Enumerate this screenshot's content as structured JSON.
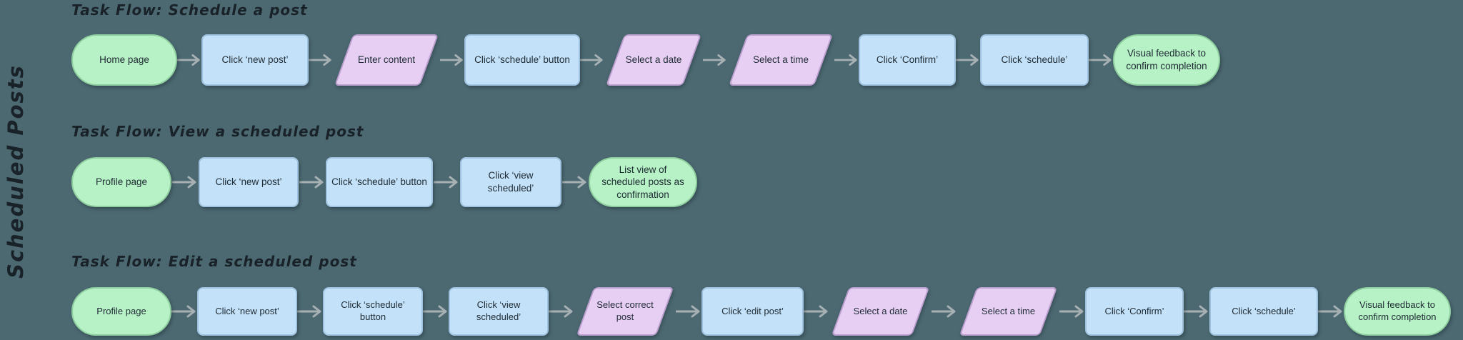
{
  "canvas": {
    "vertical_label": "Scheduled Posts",
    "background_color": "#4c6972"
  },
  "palette": {
    "terminal_fill": "#b7f1c6",
    "terminal_border": "#8fcf9f",
    "process_fill": "#c3e1f8",
    "process_border": "#9fc3de",
    "io_fill": "#e7cff4",
    "io_border": "#bb9fce",
    "arrow": "#a7b1b3",
    "node_text": "#1e2a33",
    "title_text": "#192228"
  },
  "flows": [
    {
      "title": "Task Flow: Schedule a post",
      "nodes": [
        {
          "label": "Home page",
          "shape": "terminal"
        },
        {
          "label": "Click ‘new post’",
          "shape": "process"
        },
        {
          "label": "Enter content",
          "shape": "io"
        },
        {
          "label": "Click ‘schedule’ button",
          "shape": "process"
        },
        {
          "label": "Select a date",
          "shape": "io"
        },
        {
          "label": "Select a time",
          "shape": "io"
        },
        {
          "label": "Click ‘Confirm’",
          "shape": "process"
        },
        {
          "label": "Click ‘schedule’",
          "shape": "process"
        },
        {
          "label": "Visual feedback to confirm completion",
          "shape": "terminal"
        }
      ]
    },
    {
      "title": "Task Flow: View a scheduled post",
      "nodes": [
        {
          "label": "Profile page",
          "shape": "terminal"
        },
        {
          "label": "Click ‘new post’",
          "shape": "process"
        },
        {
          "label": "Click ‘schedule’ button",
          "shape": "process"
        },
        {
          "label": "Click ‘view scheduled’",
          "shape": "process"
        },
        {
          "label": "List view of scheduled posts as confirmation",
          "shape": "terminal"
        }
      ]
    },
    {
      "title": "Task Flow: Edit a scheduled post",
      "nodes": [
        {
          "label": "Profile page",
          "shape": "terminal"
        },
        {
          "label": "Click ‘new post’",
          "shape": "process"
        },
        {
          "label": "Click ‘schedule’ button",
          "shape": "process"
        },
        {
          "label": "Click ‘view scheduled’",
          "shape": "process"
        },
        {
          "label": "Select correct post",
          "shape": "io"
        },
        {
          "label": "Click ‘edit post’",
          "shape": "process"
        },
        {
          "label": "Select a date",
          "shape": "io"
        },
        {
          "label": "Select a time",
          "shape": "io"
        },
        {
          "label": "Click ‘Confirm’",
          "shape": "process"
        },
        {
          "label": "Click ‘schedule’",
          "shape": "process"
        },
        {
          "label": "Visual feedback to confirm completion",
          "shape": "terminal"
        }
      ]
    }
  ]
}
